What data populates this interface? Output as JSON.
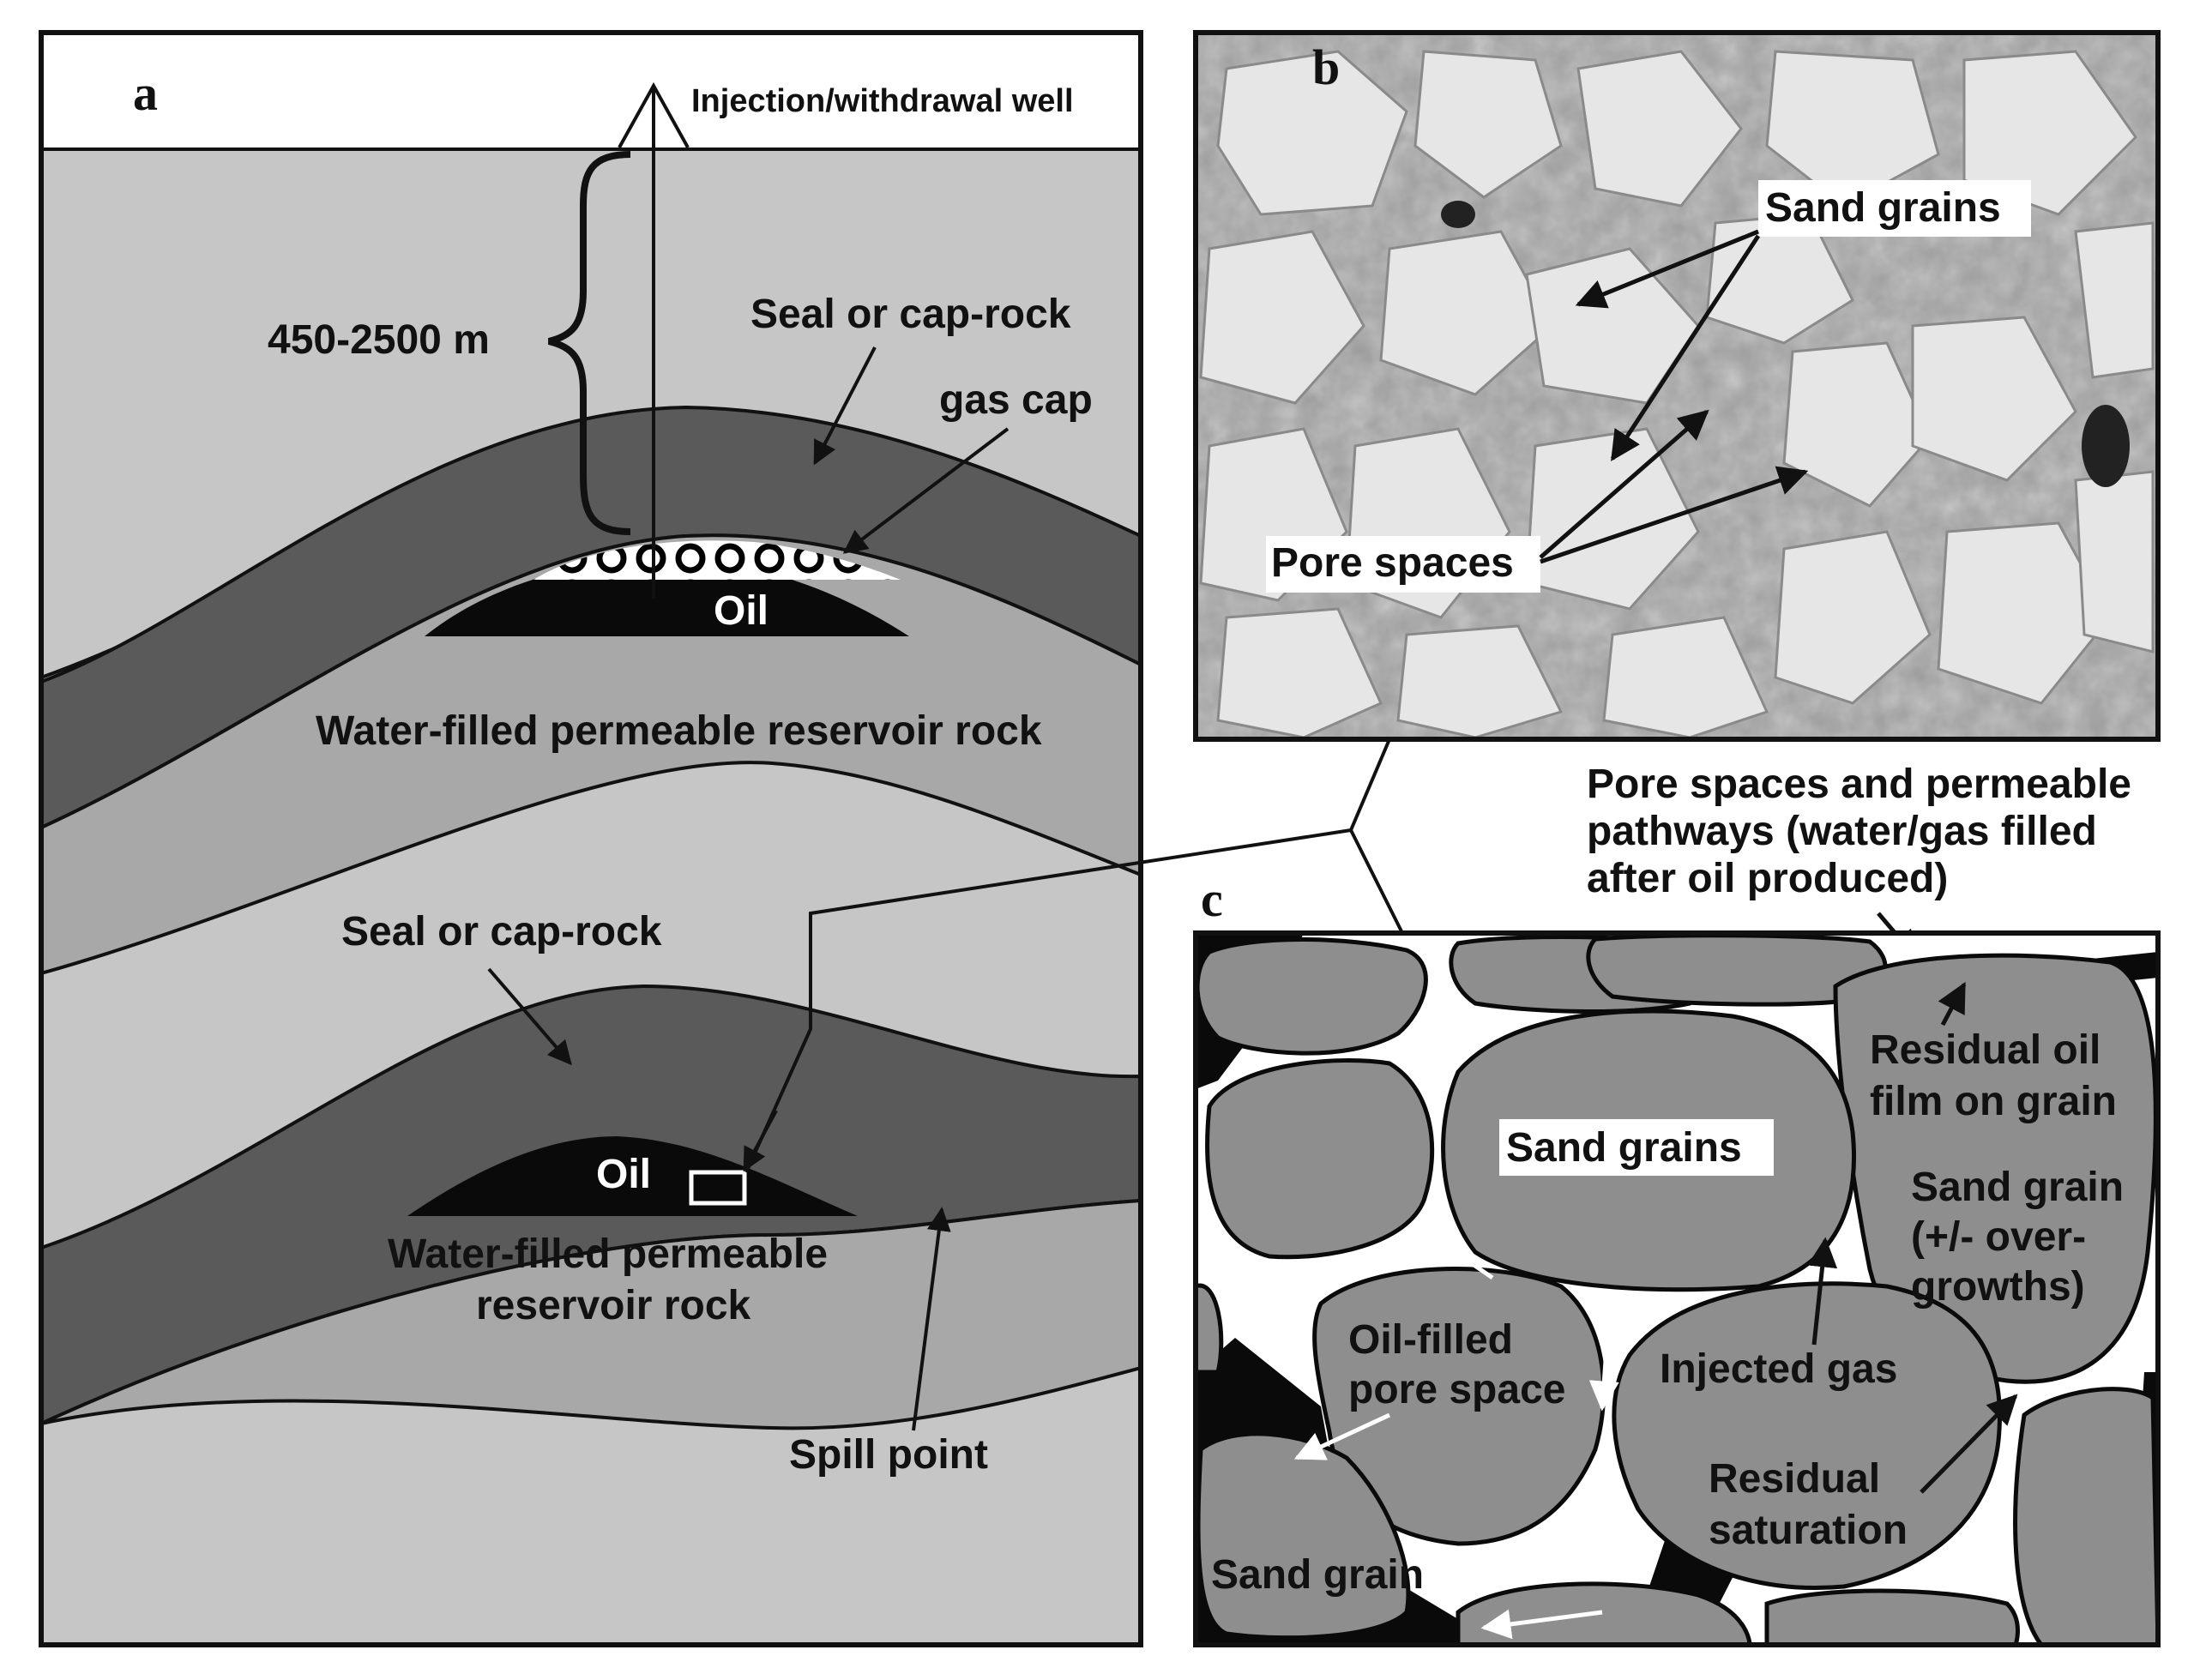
{
  "panels": {
    "a": {
      "letter": "a",
      "well_label": "Injection/withdrawal well",
      "depth_label": "450-2500 m",
      "upper_seal_label": "Seal or cap-rock",
      "gas_cap_label": "gas cap",
      "upper_oil_label": "Oil",
      "upper_reservoir_label": "Water-filled permeable reservoir rock",
      "lower_seal_label": "Seal or cap-rock",
      "lower_oil_label": "Oil",
      "lower_reservoir_label_line1": "Water-filled permeable",
      "lower_reservoir_label_line2": "reservoir rock",
      "spill_point_label": "Spill point"
    },
    "b": {
      "letter": "b",
      "sand_grains_label": "Sand grains",
      "pore_spaces_label": "Pore spaces"
    },
    "c": {
      "letter": "c",
      "pathways_label_line1": "Pore spaces and permeable",
      "pathways_label_line2": "pathways (water/gas filled",
      "pathways_label_line3": "after oil produced)",
      "residual_film_line1": "Residual oil",
      "residual_film_line2": "film on grain",
      "sand_grains_label": "Sand grains",
      "sand_grain_overgrowth_line1": "Sand grain",
      "sand_grain_overgrowth_line2": "(+/- over-",
      "sand_grain_overgrowth_line3": "growths)",
      "oil_filled_line1": "Oil-filled",
      "oil_filled_line2": "pore space",
      "injected_gas_label": "Injected gas",
      "residual_saturation_line1": "Residual",
      "residual_saturation_line2": "saturation",
      "sand_grain_label": "Sand grain"
    }
  },
  "colors": {
    "outline": "#111111",
    "seal_dark_gray": "#5a5a5a",
    "reservoir_mid_gray": "#a8a8a8",
    "background_light_gray": "#c6c6c6",
    "oil_black": "#0a0a0a",
    "grain_gray": "#8e8e8e"
  }
}
